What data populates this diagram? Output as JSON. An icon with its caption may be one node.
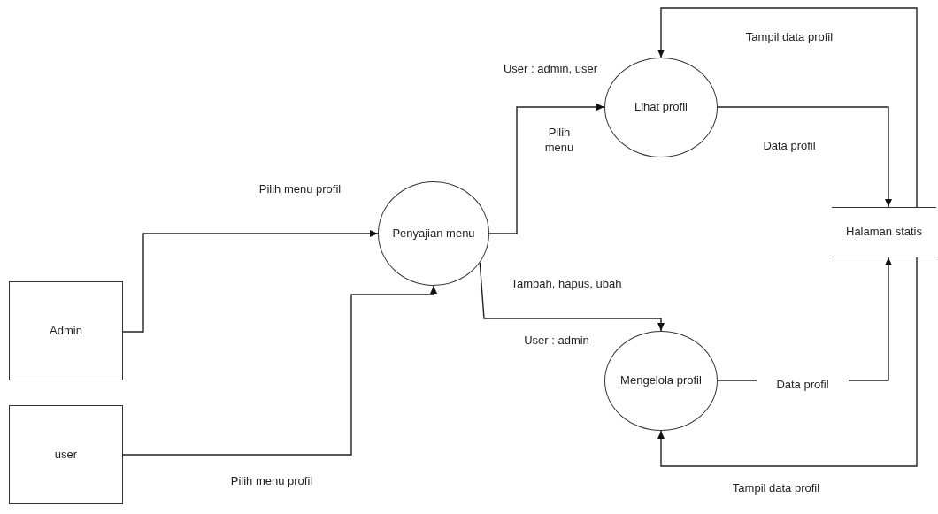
{
  "diagram": {
    "nodes": [
      {
        "text": [
          "Admin"
        ]
      },
      {
        "text": [
          "user"
        ]
      },
      {
        "text": [
          "Penyajian menu"
        ]
      },
      {
        "text": [
          "Lihat profil"
        ]
      },
      {
        "text": [
          "Mengelola profil"
        ]
      },
      {
        "text": [
          "Halaman statis"
        ]
      }
    ],
    "edges": [
      {
        "from": 0,
        "to": 2,
        "arrow": "to",
        "label": "Pilih menu profil"
      },
      {
        "from": 1,
        "to": 2,
        "arrow": "to",
        "label": "Pilih menu profil"
      },
      {
        "from": 2,
        "to": 3,
        "arrow": "to",
        "label": "Pilih menu"
      },
      {
        "from": 2,
        "to": 4,
        "arrow": "to",
        "label": "Tambah, hapus, ubah"
      },
      {
        "from": 3,
        "to": 5,
        "arrow": "to",
        "label": "Data profil"
      },
      {
        "from": 5,
        "to": 3,
        "arrow": "to",
        "label": "Tampil data profil"
      },
      {
        "from": 4,
        "to": 5,
        "arrow": "to",
        "label": "Data profil"
      },
      {
        "from": 5,
        "to": 4,
        "arrow": "to",
        "label": "Tampil data profil"
      }
    ],
    "labels": [
      "User : admin, user",
      "User : admin"
    ]
  }
}
